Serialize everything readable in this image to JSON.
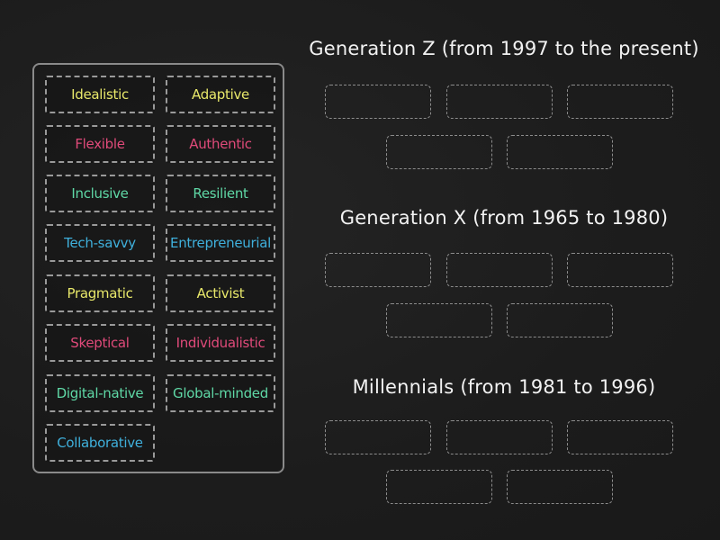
{
  "colors": {
    "background": "#1d1d1d",
    "yellow": "#e8e86a",
    "pink": "#e04a7a",
    "green": "#5fd8a6",
    "blue": "#3fb0dc",
    "heading": "#f2f2f2"
  },
  "word_bank": {
    "tiles": [
      {
        "label": "Idealistic",
        "color": "yellow"
      },
      {
        "label": "Adaptive",
        "color": "yellow"
      },
      {
        "label": "Flexible",
        "color": "pink"
      },
      {
        "label": "Authentic",
        "color": "pink"
      },
      {
        "label": "Inclusive",
        "color": "green"
      },
      {
        "label": "Resilient",
        "color": "green"
      },
      {
        "label": "Tech-savvy",
        "color": "blue"
      },
      {
        "label": "Entrepreneurial",
        "color": "blue"
      },
      {
        "label": "Pragmatic",
        "color": "yellow"
      },
      {
        "label": "Activist",
        "color": "yellow"
      },
      {
        "label": "Skeptical",
        "color": "pink"
      },
      {
        "label": "Individualistic",
        "color": "pink"
      },
      {
        "label": "Digital-native",
        "color": "green"
      },
      {
        "label": "Global-minded",
        "color": "green"
      },
      {
        "label": "Collaborative",
        "color": "blue"
      }
    ]
  },
  "groups": [
    {
      "title": "Generation Z (from 1997 to the present)",
      "slots": 5
    },
    {
      "title": "Generation X (from 1965 to 1980)",
      "slots": 5
    },
    {
      "title": "Millennials (from 1981 to 1996)",
      "slots": 5
    }
  ]
}
